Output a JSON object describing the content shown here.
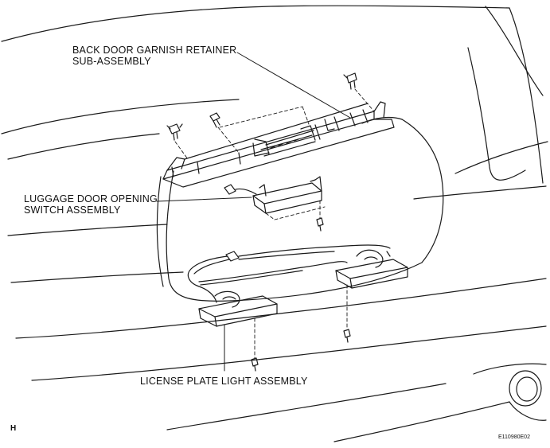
{
  "labels": {
    "garnish_line1": "BACK DOOR GARNISH RETAINER",
    "garnish_line2": "SUB-ASSEMBLY",
    "switch_line1": "LUGGAGE DOOR OPENING",
    "switch_line2": "SWITCH ASSEMBLY",
    "license_light": "LICENSE PLATE LIGHT ASSEMBLY"
  },
  "corner_marks": {
    "left": "H",
    "right": "E110980E02"
  }
}
